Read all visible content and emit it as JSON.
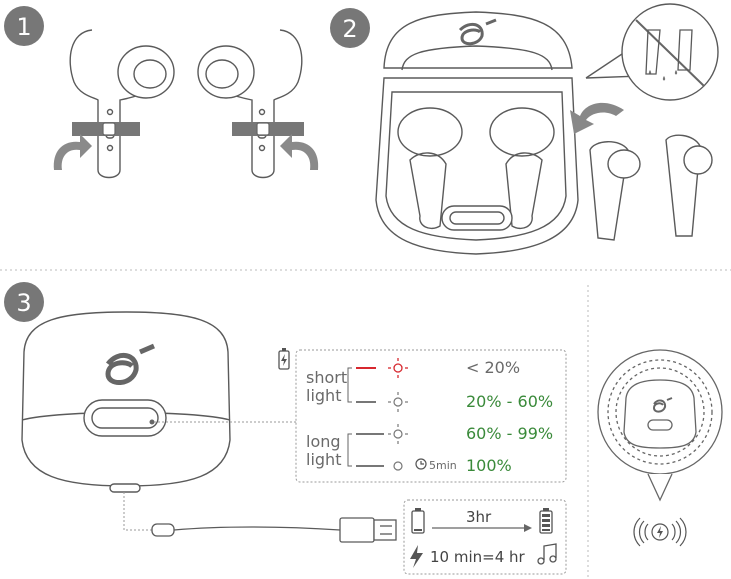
{
  "steps": [
    "1",
    "2",
    "3"
  ],
  "battery_indicator": {
    "groups": [
      {
        "label_line1": "short",
        "label_line2": "light"
      },
      {
        "label_line1": "long",
        "label_line2": "light"
      }
    ],
    "levels": [
      {
        "range": "< 20%"
      },
      {
        "range": "20% - 60%"
      },
      {
        "range": "60% - 99%"
      },
      {
        "range": "100%"
      }
    ],
    "timer_label": "5min"
  },
  "charging": {
    "full_charge_time": "3hr",
    "quick_charge": "10 min=4 hr"
  },
  "colors": {
    "line": "#5a5a5a",
    "light_line": "#9a9a9a",
    "step_badge": "#777777",
    "red_led": "#d7282f",
    "green_text": "#3a8a3a"
  },
  "icons": [
    "battery-icon",
    "lightning-icon",
    "music-note-icon",
    "wireless-charging-icon",
    "usb-c-cable-icon",
    "clock-icon"
  ]
}
